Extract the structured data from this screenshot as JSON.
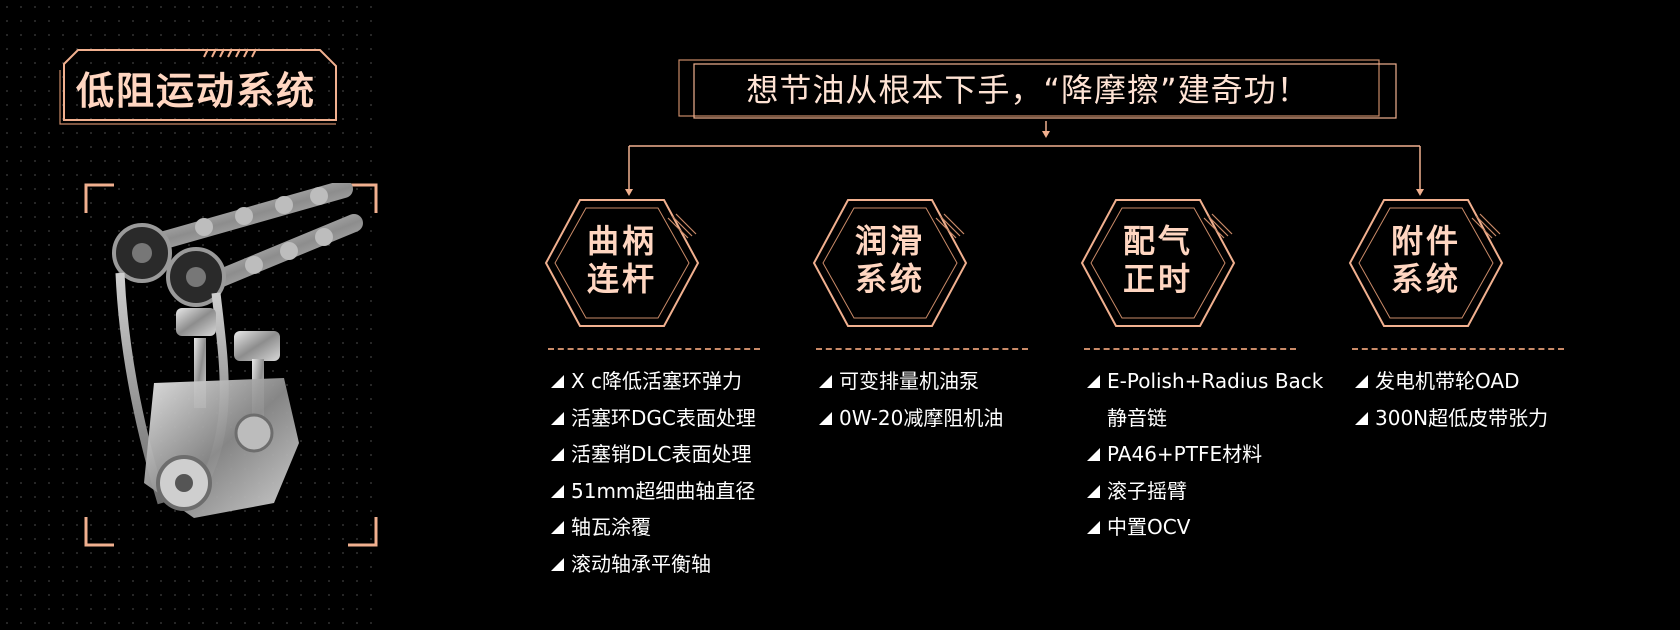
{
  "title": "低阻运动系统",
  "headline": "想节油从根本下手，“降摩擦”建奇功！",
  "colors": {
    "accent": "#f1b08f",
    "accent_dark": "#c98a68",
    "title_text": "#ffd6c1"
  },
  "engine_image": "engine-timing-chain-render",
  "columns": [
    {
      "hex_line1": "曲柄",
      "hex_line2": "连杆",
      "items": [
        "X c降低活塞环弹力",
        "活塞环DGC表面处理",
        "活塞销DLC表面处理",
        "51mm超细曲轴直径",
        "轴瓦涂覆",
        "滚动轴承平衡轴"
      ]
    },
    {
      "hex_line1": "润滑",
      "hex_line2": "系统",
      "items": [
        "可变排量机油泵",
        "0W-20减摩阻机油"
      ]
    },
    {
      "hex_line1": "配气",
      "hex_line2": "正时",
      "items": [
        "E-Polish+Radius Back",
        "静音链",
        "PA46+PTFE材料",
        "滚子摇臂",
        "中置OCV"
      ]
    },
    {
      "hex_line1": "附件",
      "hex_line2": "系统",
      "items": [
        "发电机带轮OAD",
        "300N超低皮带张力"
      ]
    }
  ]
}
